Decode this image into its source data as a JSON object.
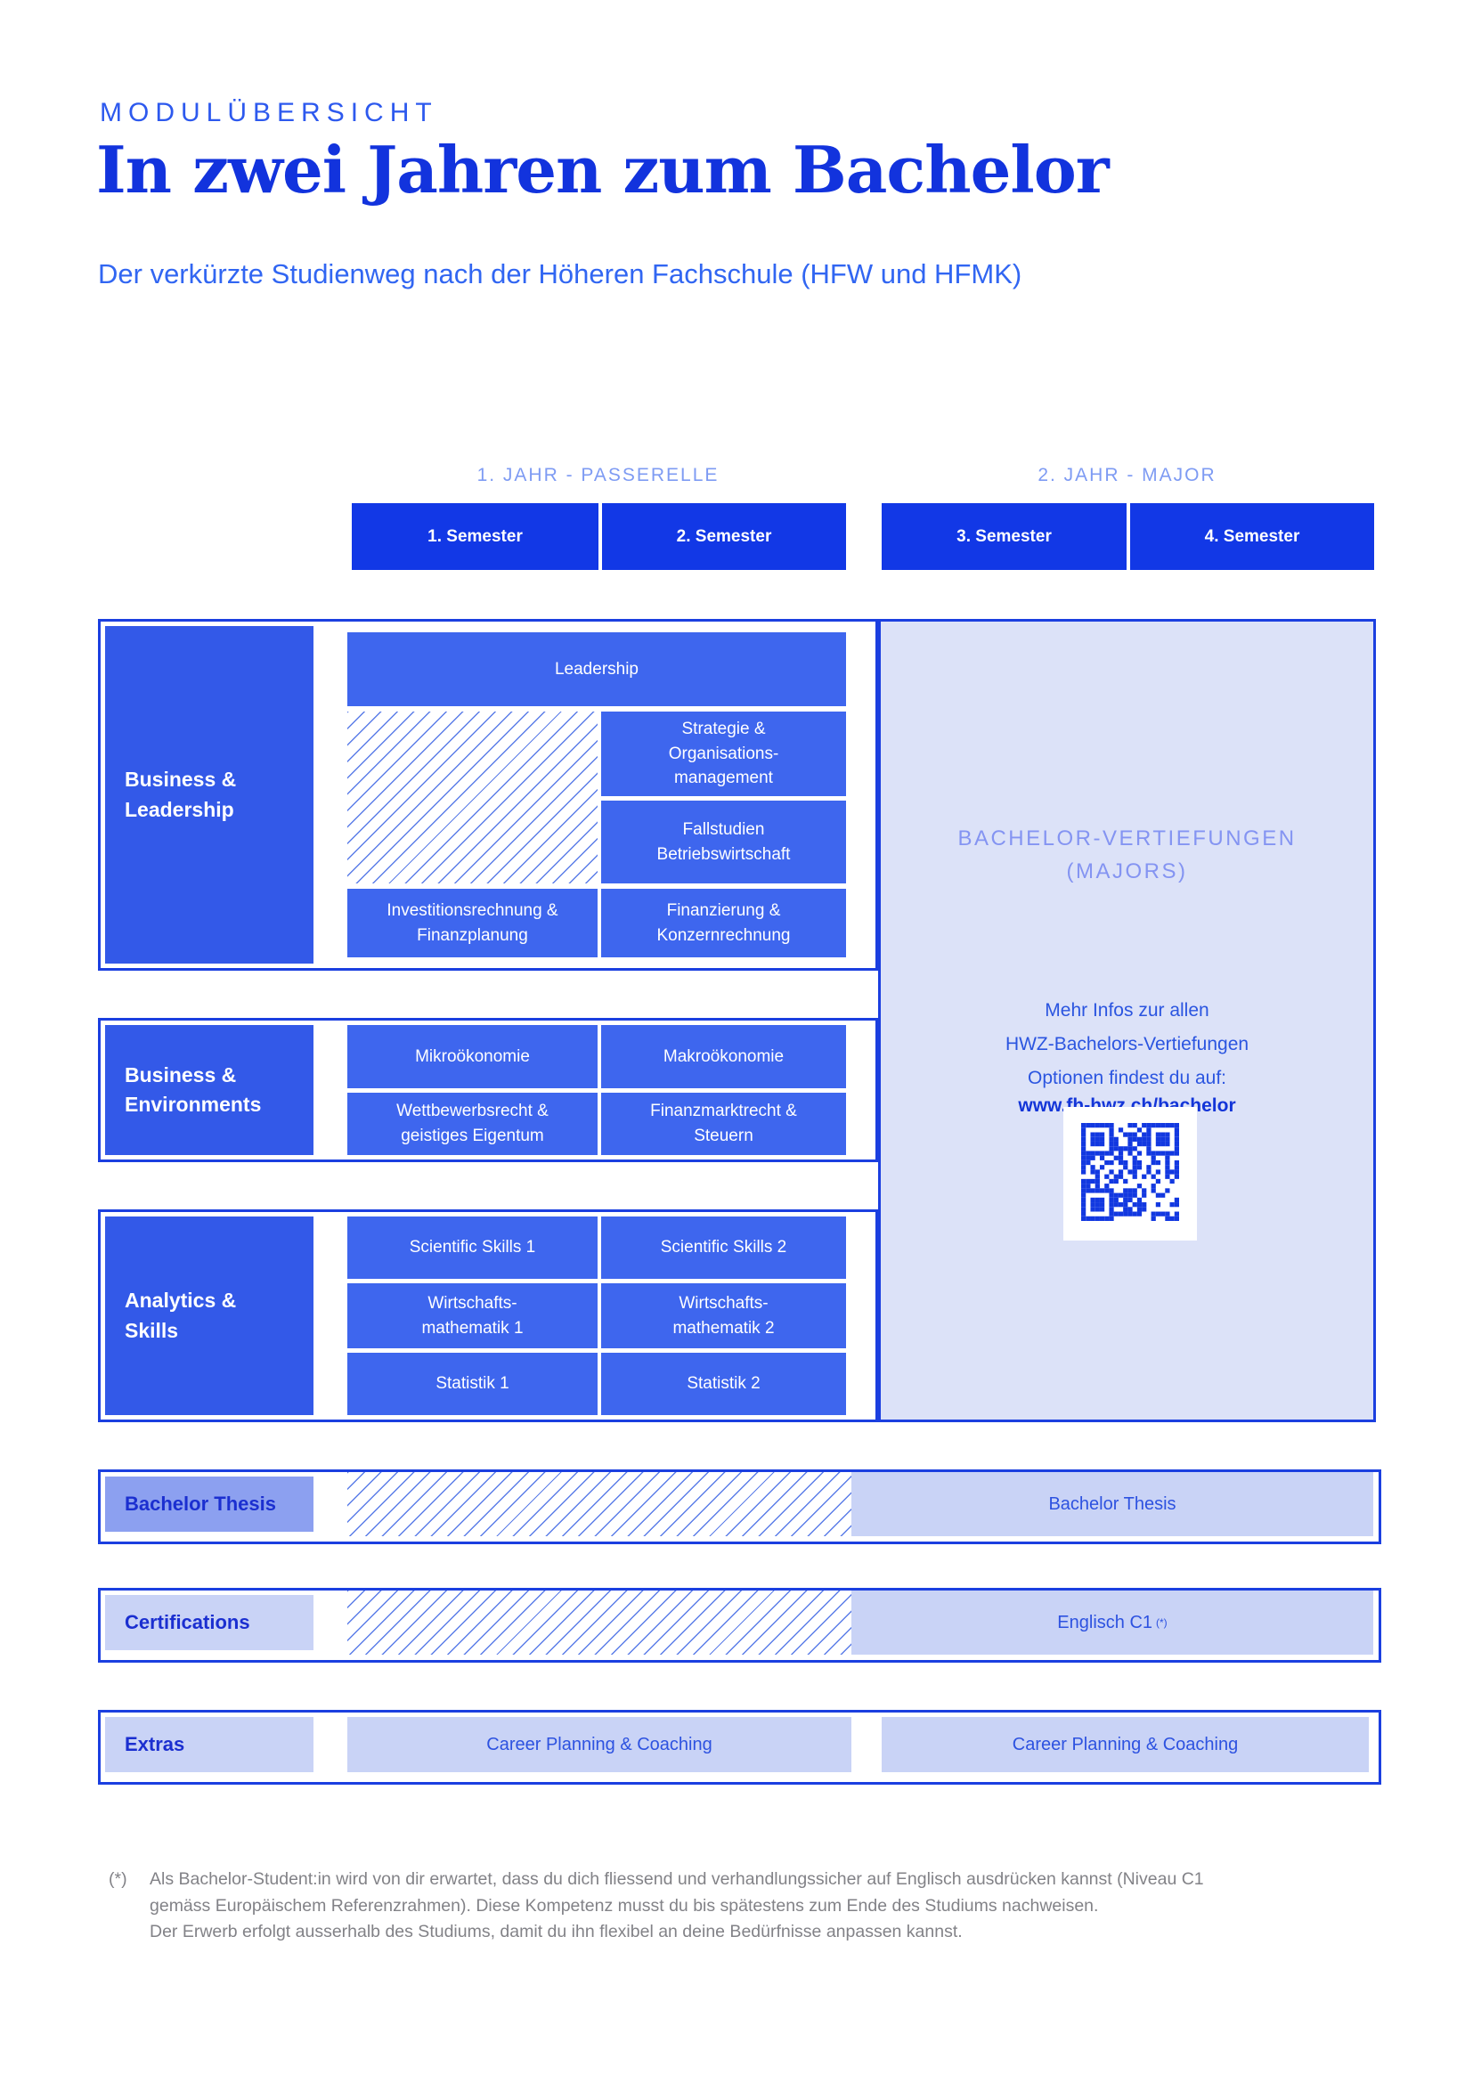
{
  "document": {
    "eyebrow": "MODULÜBERSICHT",
    "title": "In zwei Jahren zum Bachelor",
    "subtitle": "Der verkürzte Studienweg nach der Höheren Fachschule (HFW und HFMK)"
  },
  "timeline": {
    "year1_label": "1. JAHR - PASSERELLE",
    "year2_label": "2. JAHR - MAJOR",
    "semesters": [
      "1. Semester",
      "2. Semester",
      "3. Semester",
      "4. Semester"
    ]
  },
  "sections": {
    "business_leadership": {
      "label": "Business &\nLeadership",
      "leadership": "Leadership",
      "strategie": "Strategie &\nOrganisations-\nmanagement",
      "fallstudien": "Fallstudien\nBetriebswirtschaft",
      "investitionsrechnung": "Investitionsrechnung &\nFinanzplanung",
      "finanzierung": "Finanzierung &\nKonzernrechnung"
    },
    "business_environments": {
      "label": "Business &\nEnvironments",
      "mikrooekonomie": "Mikroökonomie",
      "makrooekonomie": "Makroökonomie",
      "wettbewerbsrecht": "Wettbewerbsrecht &\ngeistiges Eigentum",
      "finanzmarktrecht": "Finanzmarktrecht &\nSteuern"
    },
    "analytics_skills": {
      "label": "Analytics &\nSkills",
      "scientific1": "Scientific Skills 1",
      "scientific2": "Scientific Skills 2",
      "mathematik1": "Wirtschafts-\nmathematik 1",
      "mathematik2": "Wirtschafts-\nmathematik 2",
      "statistik1": "Statistik 1",
      "statistik2": "Statistik 2"
    }
  },
  "majors_box": {
    "title": "BACHELOR-VERTIEFUNGEN\n(MAJORS)",
    "info": "Mehr Infos zur allen\nHWZ-Bachelors-Vertiefungen\nOptionen findest du auf:",
    "link": "www.fh-hwz.ch/bachelor",
    "qr_label": "qr-code-to-bachelor-page"
  },
  "bottom_rows": {
    "thesis": {
      "label": "Bachelor Thesis",
      "right": "Bachelor Thesis"
    },
    "certifications": {
      "label": "Certifications",
      "right": "Englisch C1",
      "right_sup": "(*)"
    },
    "extras": {
      "label": "Extras",
      "left": "Career Planning & Coaching",
      "right": "Career Planning & Coaching"
    }
  },
  "footnote": {
    "marker": "(*)",
    "lines": [
      "Als Bachelor-Student:in wird von dir erwartet, dass du dich fliessend und verhandlungssicher auf Englisch ausdrücken kannst (Niveau C1",
      "gemäss Europäischem Referenzrahmen). Diese Kompetenz musst du bis spätestens zum Ende des Studiums nachweisen.",
      "Der Erwerb erfolgt ausserhalb des Studiums, damit du ihn flexibel an deine Bedürfnisse anpassen kannst."
    ]
  },
  "colors": {
    "deep_blue": "#1238e6",
    "border_blue": "#1b3fe0",
    "section_label_blue": "#3359e8",
    "module_blue": "#3e66ee",
    "majors_panel_bg": "#dce2f8",
    "lavender_box": "#c9d3f6",
    "thesis_label_bg": "#8ca0f0",
    "year_label_blue": "#7e9bf3",
    "majors_title_blue": "#8494f2",
    "info_text_blue": "#2b55e0",
    "link_blue": "#1335d8",
    "hatch_line_blue": "#5b7de8",
    "footnote_grey": "#828287",
    "title_blue": "#1233dd"
  }
}
